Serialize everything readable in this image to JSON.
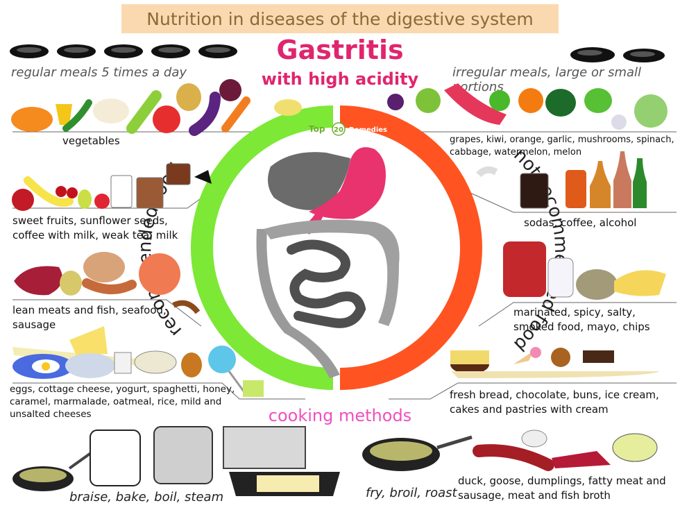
{
  "header": {
    "banner": "Nutrition in diseases of the digestive system"
  },
  "title": {
    "main": "Gastritis",
    "sub": "with high acidity"
  },
  "meals": {
    "regular": "regular meals 5 times a day",
    "irregular": "irregular meals, large or small portions"
  },
  "ring": {
    "recommended": "recommended food",
    "not_recommended": "not recommended food",
    "logo_top": "Top",
    "logo_num": "20",
    "logo_rest": "Remedies",
    "colors": {
      "recommended": "#7de836",
      "not_recommended": "#ff5421"
    }
  },
  "recommended": [
    {
      "text": "vegetables"
    },
    {
      "text": "sweet fruits, sunflower seeds, coffee with milk, weak tea, milk"
    },
    {
      "text": "lean meats and fish, seafood, sausage"
    },
    {
      "text": "eggs, cottage cheese, yogurt, spaghetti, honey, caramel, marmalade, oatmeal, rice, mild and unsalted cheeses"
    }
  ],
  "not_recommended": [
    {
      "text": "grapes, kiwi, orange, garlic, mushrooms, spinach, cabbage, watermelon, melon"
    },
    {
      "text": "sodas, coffee, alcohol"
    },
    {
      "text": "marinated, spicy, salty, smoked food, mayo, chips"
    },
    {
      "text": "fresh bread, chocolate, buns, ice cream, cakes and pastries with cream"
    }
  ],
  "cooking": {
    "title": "cooking methods",
    "good": "braise, bake, boil, steam",
    "bad": "fry, broil, roast",
    "bad_foods": "duck, goose, dumplings, fatty meat and sausage, meat and fish broth"
  },
  "icons": [
    "plate-icon",
    "vegetable-icons",
    "fruit-icons",
    "drink-icons",
    "meat-icons",
    "fish-icon",
    "dairy-icons",
    "pot-icon",
    "pan-icon",
    "oven-icon",
    "digestive-system-icon"
  ]
}
